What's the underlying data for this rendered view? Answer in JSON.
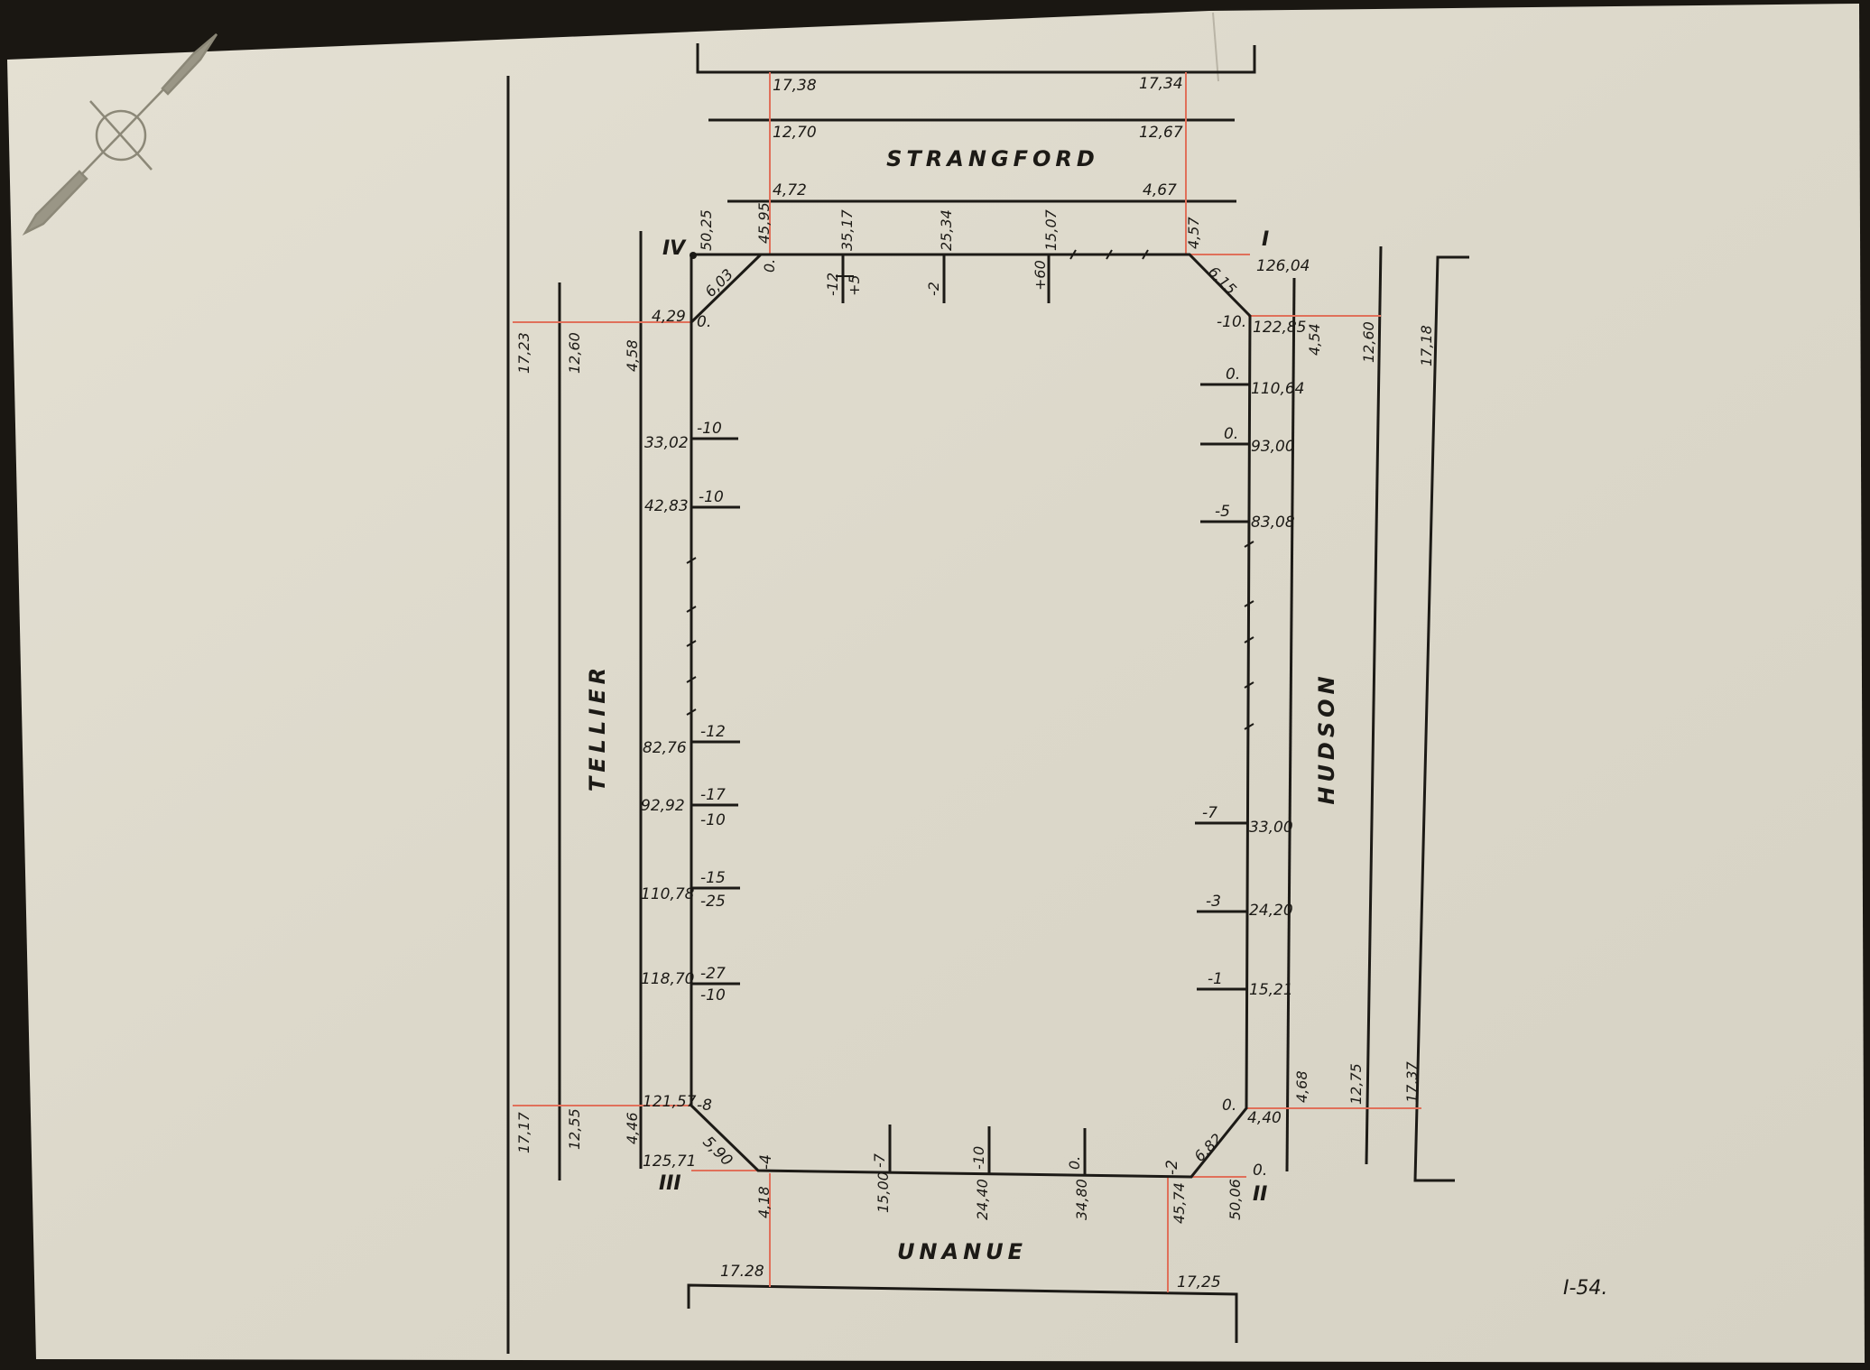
{
  "streets": {
    "north": "STRANGFORD",
    "south": "UNANUE",
    "west": "TELLIER",
    "east": "HUDSON"
  },
  "corners": {
    "ne": "I",
    "se": "II",
    "sw": "III",
    "nw": "IV"
  },
  "sheet_id": "I-54.",
  "colors": {
    "paper": "#dedacd",
    "ink": "#1c1a16",
    "red": "#e0705a"
  },
  "north": {
    "widths": [
      {
        "left": "17,38",
        "right": "17,34"
      },
      {
        "left": "12,70",
        "right": "12,67"
      },
      {
        "left": "4,72",
        "right": "4,67"
      }
    ],
    "corner_nw_sta": "50,25",
    "sta_left": "45,95",
    "sta_right": "4,57",
    "chamfer_nw": "6,03",
    "chamfer_ne": "6,15",
    "zero_nw": "0.",
    "ticks": [
      {
        "sta": "35,17",
        "label": "-12",
        "label2": "+5"
      },
      {
        "sta": "25,34",
        "label": "-2"
      },
      {
        "sta": "15,07",
        "label": "+60"
      }
    ]
  },
  "west": {
    "widths_top": [
      "17,23",
      "12,60",
      "4,58"
    ],
    "widths_bottom": [
      "17,17",
      "12,55",
      "4,46"
    ],
    "start_sta": "4,29",
    "start_label": "0.",
    "end_sta": "125,71",
    "chamfer_sw": "5,90",
    "ticks": [
      {
        "sta": "33,02",
        "top": "-10"
      },
      {
        "sta": "42,83",
        "top": "-10"
      },
      {
        "sta": "82,76",
        "top": "-12"
      },
      {
        "sta": "92,92",
        "top": "-17",
        "bottom": "-10"
      },
      {
        "sta": "110,78",
        "top": "-15",
        "bottom": "-25"
      },
      {
        "sta": "118,70",
        "top": "-27",
        "bottom": "-10"
      },
      {
        "sta": "121,57",
        "top": "-8"
      }
    ]
  },
  "east": {
    "widths_top": [
      "4,54",
      "12,60",
      "17,18"
    ],
    "widths_bottom": [
      "4,68",
      "12,75",
      "17,37"
    ],
    "corner_sta": "126,04",
    "start_sta": "122,85",
    "start_label": "-10.",
    "end_sta": "4,40",
    "end_label": "0.",
    "zero_corner": "0.",
    "ticks": [
      {
        "sta": "110,64",
        "label": "0."
      },
      {
        "sta": "93,00",
        "label": "0."
      },
      {
        "sta": "83,08",
        "label": "-5"
      },
      {
        "sta": "33,00",
        "label": "-7"
      },
      {
        "sta": "24,20",
        "label": "-3"
      },
      {
        "sta": "15,21",
        "label": "-1"
      }
    ]
  },
  "south": {
    "widths": {
      "left": "17.28",
      "right": "17,25"
    },
    "sta_left": "4,18",
    "sta_right": "45,74",
    "corner_se_sta": "50,06",
    "chamfer_se": "6,82",
    "start_label": "-4",
    "end_label": "-2",
    "ticks": [
      {
        "sta": "15,00",
        "label": "-7"
      },
      {
        "sta": "24,40",
        "label": "-10"
      },
      {
        "sta": "34,80",
        "label": "0."
      }
    ]
  }
}
